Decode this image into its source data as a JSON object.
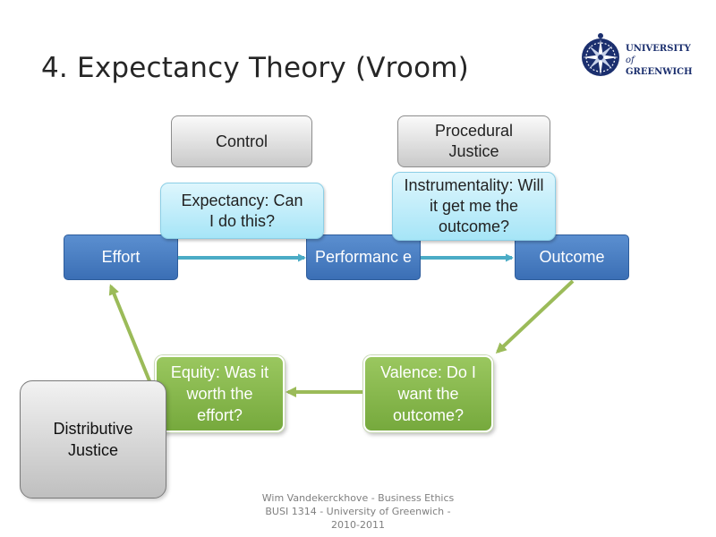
{
  "slide": {
    "title": "4. Expectancy Theory (Vroom)"
  },
  "logo": {
    "line1": "UNIVERSITY",
    "line2": "of",
    "line3": "GREENWICH"
  },
  "nodes": {
    "control": "Control",
    "procedural_justice": "Procedural Justice",
    "expectancy": "Expectancy: Can I do this?",
    "instrumentality": "Instrumentality: Will it get me the outcome?",
    "effort": "Effort",
    "performance": "Performanc e",
    "outcome": "Outcome",
    "valence": "Valence: Do I want the outcome?",
    "equity": "Equity: Was it worth the effort?",
    "distributive_justice": "Distributive Justice"
  },
  "footer": {
    "line1": "Wim Vandekerckhove - Business Ethics",
    "line2": "BUSI 1314 - University of Greenwich -",
    "line3": "2010-2011"
  },
  "colors": {
    "blue": "#4a7fc4",
    "cyan": "#bdeefb",
    "green": "#86b84c",
    "arrow_blue": "#4bacc6",
    "arrow_green": "#9bbb59"
  }
}
